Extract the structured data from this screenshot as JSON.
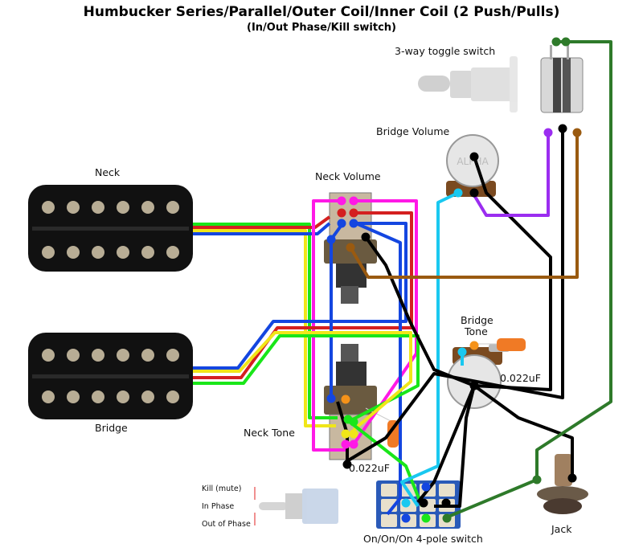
{
  "title": "Humbucker Series/Parallel/Outer Coil/Inner Coil (2 Push/Pulls)",
  "subtitle": "(In/Out Phase/Kill switch)",
  "labels": {
    "neck_pickup": "Neck",
    "bridge_pickup": "Bridge",
    "neck_volume": "Neck Volume",
    "neck_tone": "Neck Tone",
    "bridge_volume": "Bridge Volume",
    "bridge_tone_line1": "Bridge",
    "bridge_tone_line2": "Tone",
    "toggle": "3-way toggle switch",
    "jack": "Jack",
    "four_pole": "On/On/On 4-pole switch",
    "cap_neck": "0.022uF",
    "cap_bridge": "0.022uF",
    "pos_kill": "Kill (mute)",
    "pos_in": "In Phase",
    "pos_out": "Out of Phase"
  },
  "colors": {
    "green": "#19e619",
    "red": "#d42020",
    "yellow": "#f0e619",
    "blue": "#1446e0",
    "magenta": "#ff19e6",
    "cyan": "#19c8f0",
    "black": "#000000",
    "purple": "#9b2df0",
    "brown": "#9a5a10",
    "darkgreen": "#2e7a2a",
    "orange": "#f59219"
  }
}
